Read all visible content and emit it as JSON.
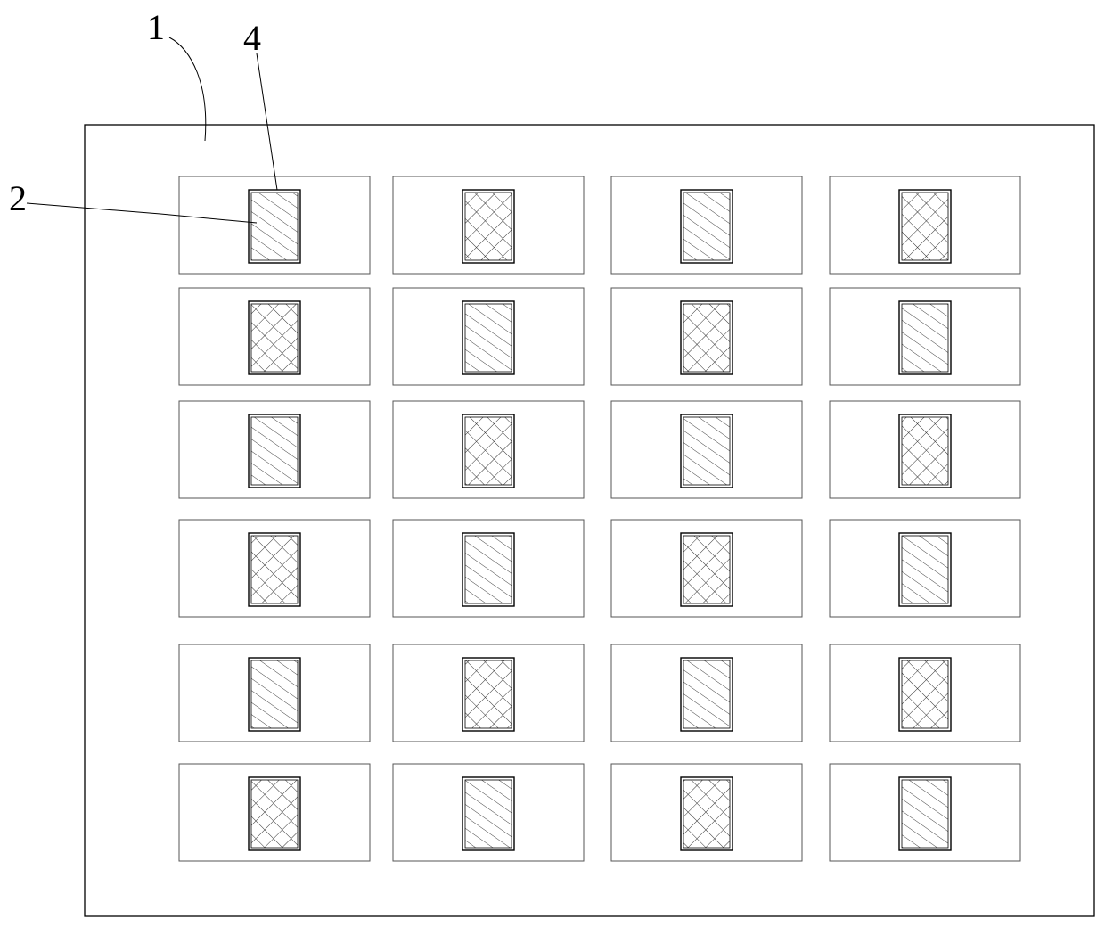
{
  "figure": {
    "reference_labels": [
      "1",
      "4",
      "2"
    ],
    "grid": {
      "rows": 6,
      "columns": 4,
      "fill_pattern": [
        [
          "diagonal-hatch",
          "cross-hatch",
          "diagonal-hatch",
          "cross-hatch"
        ],
        [
          "cross-hatch",
          "diagonal-hatch",
          "cross-hatch",
          "diagonal-hatch"
        ],
        [
          "diagonal-hatch",
          "cross-hatch",
          "diagonal-hatch",
          "cross-hatch"
        ],
        [
          "cross-hatch",
          "diagonal-hatch",
          "cross-hatch",
          "diagonal-hatch"
        ],
        [
          "diagonal-hatch",
          "cross-hatch",
          "diagonal-hatch",
          "cross-hatch"
        ],
        [
          "cross-hatch",
          "diagonal-hatch",
          "cross-hatch",
          "diagonal-hatch"
        ]
      ]
    },
    "colors": {
      "line": "#000000",
      "cell_border": "#555555",
      "background": "#ffffff"
    }
  }
}
